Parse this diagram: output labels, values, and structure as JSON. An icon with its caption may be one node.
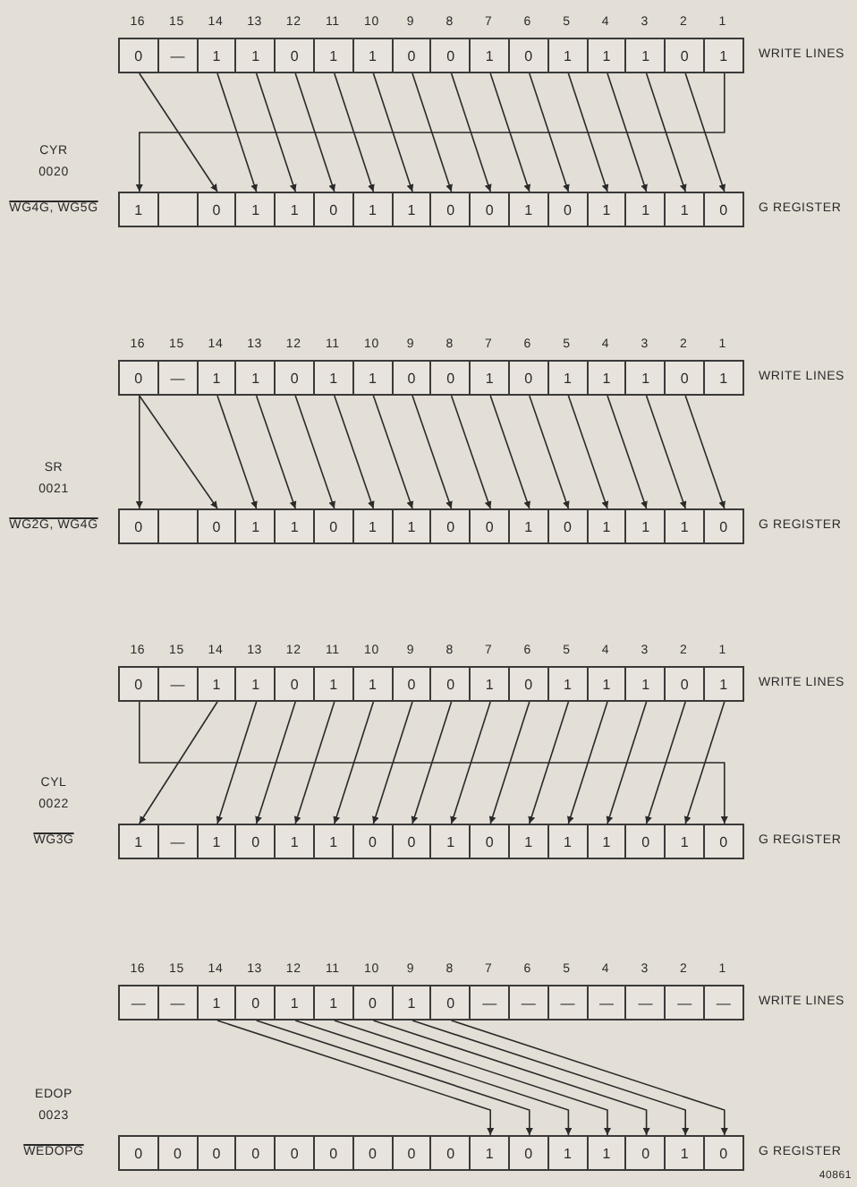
{
  "diagram": {
    "nodes": [
      {
        "text": [
          "0"
        ]
      },
      {
        "text": [
          "—"
        ]
      },
      {
        "text": [
          "1"
        ]
      },
      {
        "text": [
          "1"
        ]
      },
      {
        "text": [
          "0"
        ]
      },
      {
        "text": [
          "1"
        ]
      },
      {
        "text": [
          "1"
        ]
      },
      {
        "text": [
          "0"
        ]
      },
      {
        "text": [
          "0"
        ]
      },
      {
        "text": [
          "1"
        ]
      },
      {
        "text": [
          "0"
        ]
      },
      {
        "text": [
          "1"
        ]
      },
      {
        "text": [
          "1"
        ]
      },
      {
        "text": [
          "1"
        ]
      },
      {
        "text": [
          "0"
        ]
      },
      {
        "text": [
          "1"
        ]
      },
      {
        "text": [
          "1"
        ]
      },
      {
        "text": [],
        "shape": "box"
      },
      {
        "text": [
          "0"
        ]
      },
      {
        "text": [
          "1"
        ]
      },
      {
        "text": [
          "1"
        ]
      },
      {
        "text": [
          "0"
        ]
      },
      {
        "text": [
          "1"
        ]
      },
      {
        "text": [
          "1"
        ]
      },
      {
        "text": [
          "0"
        ]
      },
      {
        "text": [
          "0"
        ]
      },
      {
        "text": [
          "1"
        ]
      },
      {
        "text": [
          "0"
        ]
      },
      {
        "text": [
          "1"
        ]
      },
      {
        "text": [
          "1"
        ]
      },
      {
        "text": [
          "1"
        ]
      },
      {
        "text": [
          "0"
        ]
      },
      {
        "text": [
          "0"
        ]
      },
      {
        "text": [
          "—"
        ]
      },
      {
        "text": [
          "1"
        ]
      },
      {
        "text": [
          "1"
        ]
      },
      {
        "text": [
          "0"
        ]
      },
      {
        "text": [
          "1"
        ]
      },
      {
        "text": [
          "1"
        ]
      },
      {
        "text": [
          "0"
        ]
      },
      {
        "text": [
          "0"
        ]
      },
      {
        "text": [
          "1"
        ]
      },
      {
        "text": [
          "0"
        ]
      },
      {
        "text": [
          "1"
        ]
      },
      {
        "text": [
          "1"
        ]
      },
      {
        "text": [
          "1"
        ]
      },
      {
        "text": [
          "0"
        ]
      },
      {
        "text": [
          "1"
        ]
      },
      {
        "text": [
          "0"
        ]
      },
      {
        "text": [],
        "shape": "box"
      },
      {
        "text": [
          "0"
        ]
      },
      {
        "text": [
          "1"
        ]
      },
      {
        "text": [
          "1"
        ]
      },
      {
        "text": [
          "0"
        ]
      },
      {
        "text": [
          "1"
        ]
      },
      {
        "text": [
          "1"
        ]
      },
      {
        "text": [
          "0"
        ]
      },
      {
        "text": [
          "0"
        ]
      },
      {
        "text": [
          "1"
        ]
      },
      {
        "text": [
          "0"
        ]
      },
      {
        "text": [
          "1"
        ]
      },
      {
        "text": [
          "1"
        ]
      },
      {
        "text": [
          "1"
        ]
      },
      {
        "text": [
          "0"
        ]
      },
      {
        "text": [
          "0"
        ]
      },
      {
        "text": [
          "—"
        ]
      },
      {
        "text": [
          "1"
        ]
      },
      {
        "text": [
          "1"
        ]
      },
      {
        "text": [
          "0"
        ]
      },
      {
        "text": [
          "1"
        ]
      },
      {
        "text": [
          "1"
        ]
      },
      {
        "text": [
          "0"
        ]
      },
      {
        "text": [
          "0"
        ]
      },
      {
        "text": [
          "1"
        ]
      },
      {
        "text": [
          "0"
        ]
      },
      {
        "text": [
          "1"
        ]
      },
      {
        "text": [
          "1"
        ]
      },
      {
        "text": [
          "1"
        ]
      },
      {
        "text": [
          "0"
        ]
      },
      {
        "text": [
          "1"
        ]
      },
      {
        "text": [
          "1"
        ]
      },
      {
        "text": [
          "—"
        ]
      },
      {
        "text": [
          "1"
        ]
      },
      {
        "text": [
          "0"
        ]
      },
      {
        "text": [
          "1"
        ]
      },
      {
        "text": [
          "1"
        ]
      },
      {
        "text": [
          "0"
        ]
      },
      {
        "text": [
          "0"
        ]
      },
      {
        "text": [
          "1"
        ]
      },
      {
        "text": [
          "0"
        ]
      },
      {
        "text": [
          "1"
        ]
      },
      {
        "text": [
          "1"
        ]
      },
      {
        "text": [
          "1"
        ]
      },
      {
        "text": [
          "0"
        ]
      },
      {
        "text": [
          "1"
        ]
      },
      {
        "text": [
          "0"
        ]
      },
      {
        "text": [
          "—"
        ]
      },
      {
        "text": [
          "—"
        ]
      },
      {
        "text": [
          "1"
        ]
      },
      {
        "text": [
          "0"
        ]
      },
      {
        "text": [
          "1"
        ]
      },
      {
        "text": [
          "1"
        ]
      },
      {
        "text": [
          "0"
        ]
      },
      {
        "text": [
          "1"
        ]
      },
      {
        "text": [
          "0"
        ]
      },
      {
        "text": [
          "—"
        ]
      },
      {
        "text": [
          "—"
        ]
      },
      {
        "text": [
          "—"
        ]
      },
      {
        "text": [
          "—"
        ]
      },
      {
        "text": [
          "—"
        ]
      },
      {
        "text": [
          "—"
        ]
      },
      {
        "text": [
          "—"
        ]
      },
      {
        "text": [
          "0"
        ]
      },
      {
        "text": [
          "0"
        ]
      },
      {
        "text": [
          "0"
        ]
      },
      {
        "text": [
          "0"
        ]
      },
      {
        "text": [
          "0"
        ]
      },
      {
        "text": [
          "0"
        ]
      },
      {
        "text": [
          "0"
        ]
      },
      {
        "text": [
          "0"
        ]
      },
      {
        "text": [
          "0"
        ]
      },
      {
        "text": [
          "1"
        ]
      },
      {
        "text": [
          "0"
        ]
      },
      {
        "text": [
          "1"
        ]
      },
      {
        "text": [
          "1"
        ]
      },
      {
        "text": [
          "0"
        ]
      },
      {
        "text": [
          "1"
        ]
      },
      {
        "text": [
          "0"
        ]
      }
    ],
    "edges": [
      {
        "from": 0,
        "to": 18,
        "arrow": "to"
      },
      {
        "from": 2,
        "to": 19,
        "arrow": "to"
      },
      {
        "from": 3,
        "to": 20,
        "arrow": "to"
      },
      {
        "from": 4,
        "to": 21,
        "arrow": "to"
      },
      {
        "from": 5,
        "to": 22,
        "arrow": "to"
      },
      {
        "from": 6,
        "to": 23,
        "arrow": "to"
      },
      {
        "from": 7,
        "to": 24,
        "arrow": "to"
      },
      {
        "from": 8,
        "to": 25,
        "arrow": "to"
      },
      {
        "from": 9,
        "to": 26,
        "arrow": "to"
      },
      {
        "from": 10,
        "to": 27,
        "arrow": "to"
      },
      {
        "from": 11,
        "to": 28,
        "arrow": "to"
      },
      {
        "from": 12,
        "to": 29,
        "arrow": "to"
      },
      {
        "from": 13,
        "to": 30,
        "arrow": "to"
      },
      {
        "from": 14,
        "to": 31,
        "arrow": "to"
      },
      {
        "from": 15,
        "to": 16,
        "arrow": "to"
      },
      {
        "from": 32,
        "to": 48,
        "arrow": "to"
      },
      {
        "from": 32,
        "to": 50,
        "arrow": "to"
      },
      {
        "from": 34,
        "to": 51,
        "arrow": "to"
      },
      {
        "from": 35,
        "to": 52,
        "arrow": "to"
      },
      {
        "from": 36,
        "to": 53,
        "arrow": "to"
      },
      {
        "from": 37,
        "to": 54,
        "arrow": "to"
      },
      {
        "from": 38,
        "to": 55,
        "arrow": "to"
      },
      {
        "from": 39,
        "to": 56,
        "arrow": "to"
      },
      {
        "from": 40,
        "to": 57,
        "arrow": "to"
      },
      {
        "from": 41,
        "to": 58,
        "arrow": "to"
      },
      {
        "from": 42,
        "to": 59,
        "arrow": "to"
      },
      {
        "from": 43,
        "to": 60,
        "arrow": "to"
      },
      {
        "from": 44,
        "to": 61,
        "arrow": "to"
      },
      {
        "from": 45,
        "to": 62,
        "arrow": "to"
      },
      {
        "from": 46,
        "to": 63,
        "arrow": "to"
      },
      {
        "from": 64,
        "to": 95,
        "arrow": "to"
      },
      {
        "from": 66,
        "to": 80,
        "arrow": "to"
      },
      {
        "from": 67,
        "to": 82,
        "arrow": "to"
      },
      {
        "from": 68,
        "to": 83,
        "arrow": "to"
      },
      {
        "from": 69,
        "to": 84,
        "arrow": "to"
      },
      {
        "from": 70,
        "to": 85,
        "arrow": "to"
      },
      {
        "from": 71,
        "to": 86,
        "arrow": "to"
      },
      {
        "from": 72,
        "to": 87,
        "arrow": "to"
      },
      {
        "from": 73,
        "to": 88,
        "arrow": "to"
      },
      {
        "from": 74,
        "to": 89,
        "arrow": "to"
      },
      {
        "from": 75,
        "to": 90,
        "arrow": "to"
      },
      {
        "from": 76,
        "to": 91,
        "arrow": "to"
      },
      {
        "from": 77,
        "to": 92,
        "arrow": "to"
      },
      {
        "from": 78,
        "to": 93,
        "arrow": "to"
      },
      {
        "from": 79,
        "to": 94,
        "arrow": "to"
      },
      {
        "from": 98,
        "to": 121,
        "arrow": "to"
      },
      {
        "from": 99,
        "to": 122,
        "arrow": "to"
      },
      {
        "from": 100,
        "to": 123,
        "arrow": "to"
      },
      {
        "from": 101,
        "to": 124,
        "arrow": "to"
      },
      {
        "from": 102,
        "to": 125,
        "arrow": "to"
      },
      {
        "from": 103,
        "to": 126,
        "arrow": "to"
      },
      {
        "from": 104,
        "to": 127,
        "arrow": "to"
      }
    ],
    "labels": [
      "16",
      "15",
      "14",
      "13",
      "12",
      "11",
      "10",
      "9",
      "8",
      "7",
      "6",
      "5",
      "4",
      "3",
      "2",
      "1",
      "WRITE LINES",
      "CYR",
      "0020",
      "WG4G, WG5G",
      "G REGISTER",
      "16",
      "15",
      "14",
      "13",
      "12",
      "11",
      "10",
      "9",
      "8",
      "7",
      "6",
      "5",
      "4",
      "3",
      "2",
      "1",
      "WRITE LINES",
      "SR",
      "0021",
      "WG2G, WG4G",
      "G REGISTER",
      "16",
      "15",
      "14",
      "13",
      "12",
      "11",
      "10",
      "9",
      "8",
      "7",
      "6",
      "5",
      "4",
      "3",
      "2",
      "1",
      "WRITE LINES",
      "CYL",
      "0022",
      "WG3G",
      "G REGISTER",
      "16",
      "15",
      "14",
      "13",
      "12",
      "11",
      "10",
      "9",
      "8",
      "7",
      "6",
      "5",
      "4",
      "3",
      "2",
      "1",
      "WRITE LINES",
      "EDOP",
      "0023",
      "WEDOPG",
      "G REGISTER",
      "40861"
    ]
  }
}
